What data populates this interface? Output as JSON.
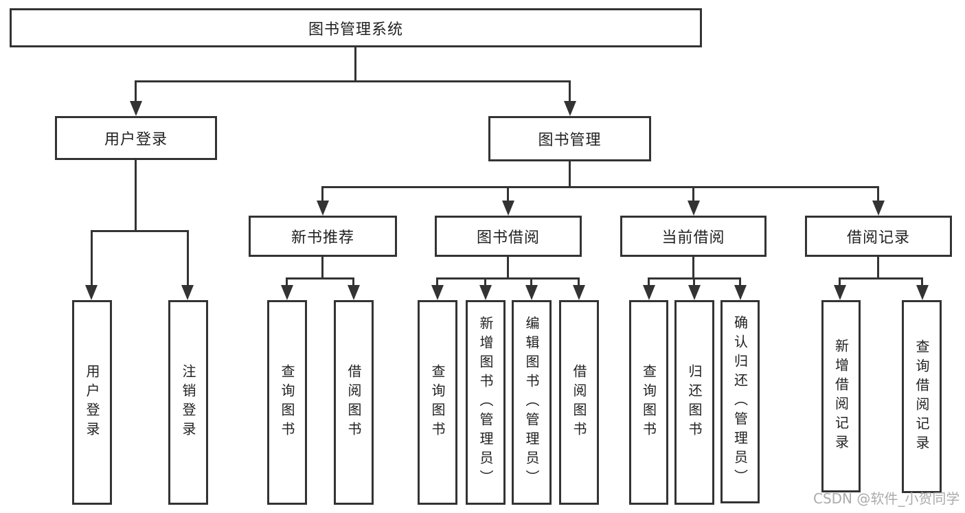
{
  "diagram": {
    "root": {
      "label": "图书管理系统"
    },
    "level2": [
      {
        "label": "用户登录"
      },
      {
        "label": "图书管理"
      }
    ],
    "level3": [
      {
        "label": "新书推荐",
        "parent": "图书管理"
      },
      {
        "label": "图书借阅",
        "parent": "图书管理"
      },
      {
        "label": "当前借阅",
        "parent": "图书管理"
      },
      {
        "label": "借阅记录",
        "parent": "图书管理"
      }
    ],
    "leaves": [
      {
        "label": "用户登录",
        "parent": "用户登录"
      },
      {
        "label": "注销登录",
        "parent": "用户登录"
      },
      {
        "label": "查询图书",
        "parent": "新书推荐"
      },
      {
        "label": "借阅图书",
        "parent": "新书推荐"
      },
      {
        "label": "查询图书",
        "parent": "图书借阅"
      },
      {
        "label": "新增图书（管理员）",
        "parent": "图书借阅"
      },
      {
        "label": "编辑图书（管理员）",
        "parent": "图书借阅"
      },
      {
        "label": "借阅图书",
        "parent": "图书借阅"
      },
      {
        "label": "查询图书",
        "parent": "当前借阅"
      },
      {
        "label": "归还图书",
        "parent": "当前借阅"
      },
      {
        "label": "确认归还（管理员）",
        "parent": "当前借阅"
      },
      {
        "label": "新增借阅记录",
        "parent": "借阅记录"
      },
      {
        "label": "查询借阅记录",
        "parent": "借阅记录"
      }
    ]
  },
  "watermark": {
    "text": "CSDN @软件_小贺同学"
  },
  "colors": {
    "line": "#333333",
    "text": "#222222",
    "watermark": "#ababab",
    "background": "#ffffff"
  }
}
